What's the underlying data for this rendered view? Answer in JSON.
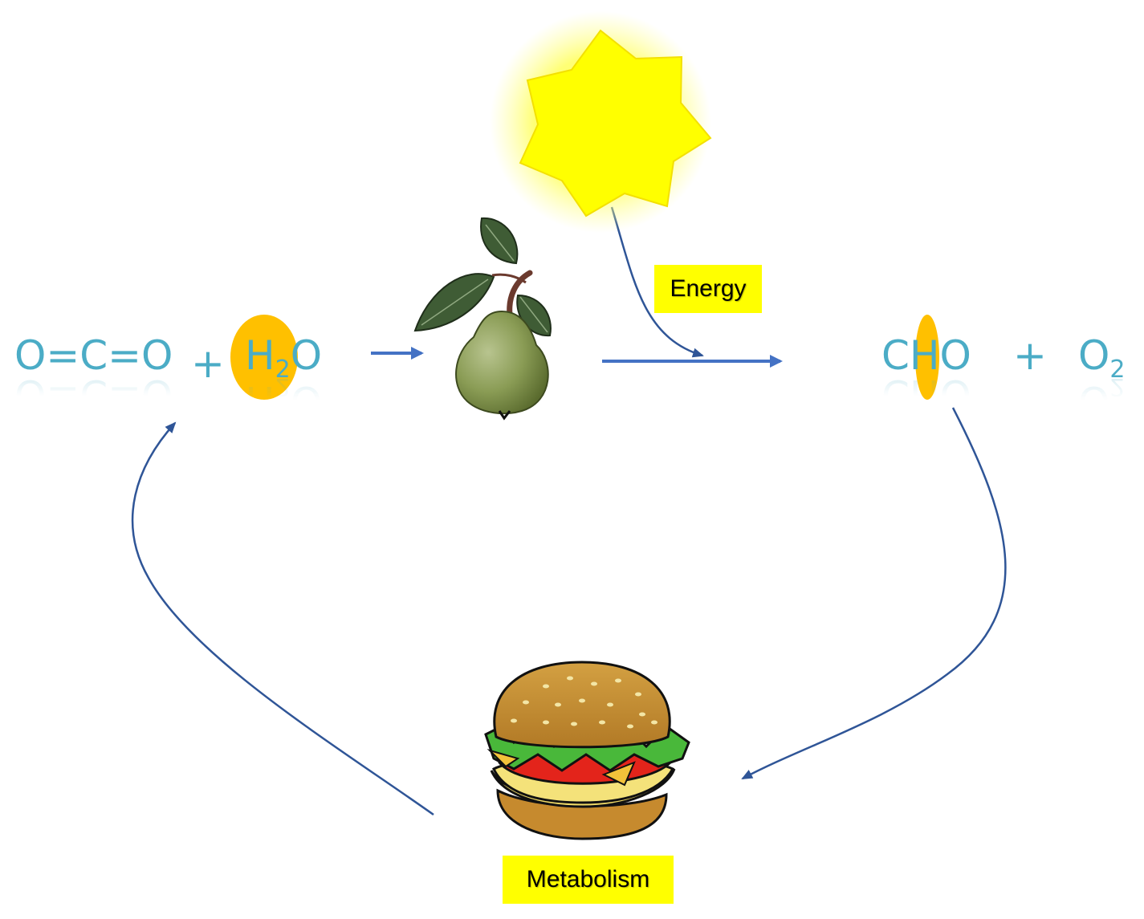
{
  "reactants": {
    "co2": "O=C=O",
    "plus": "+",
    "water_h": "H",
    "water_sub": "2",
    "water_o": "O"
  },
  "products": {
    "carb_c": "C",
    "carb_h": "H",
    "carb_o": "O",
    "plus": "+",
    "oxygen": "O",
    "oxygen_sub": "2"
  },
  "labels": {
    "energy": "Energy",
    "metabolism": "Metabolism"
  },
  "icons": {
    "sun": "sun-icon",
    "pear": "pear-icon",
    "burger": "hamburger-icon"
  },
  "colors": {
    "formula": "#4bacc6",
    "highlight": "#ffc000",
    "arrow": "#4472c4",
    "cycle_arrow": "#2f5597",
    "label_bg": "#ffff00",
    "sun": "#ffff00"
  }
}
